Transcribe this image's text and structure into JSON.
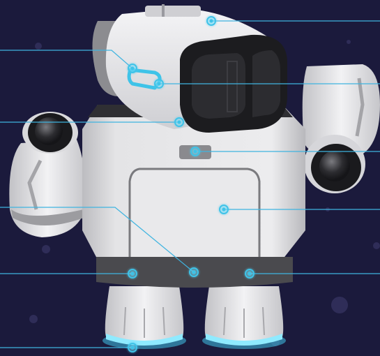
{
  "scene": {
    "subject": "robot",
    "background_color": "#1b1a3c",
    "accent_color": "#3fc3e8",
    "body_color": "#e6e6e8",
    "dark_color": "#2a2a2c"
  },
  "hotspots": [
    {
      "id": "hotspot-visor-top",
      "target": "visor"
    },
    {
      "id": "hotspot-head-side-light",
      "target": "head-side-light"
    },
    {
      "id": "hotspot-head-side-button",
      "target": "head-side-button"
    },
    {
      "id": "hotspot-neck",
      "target": "neck"
    },
    {
      "id": "hotspot-chest-sensor",
      "target": "chest-sensor"
    },
    {
      "id": "hotspot-chest-panel",
      "target": "chest-panel"
    },
    {
      "id": "hotspot-belt-left",
      "target": "belt-left"
    },
    {
      "id": "hotspot-belt-center",
      "target": "belt-center"
    },
    {
      "id": "hotspot-belt-right",
      "target": "belt-right"
    },
    {
      "id": "hotspot-foot-glow",
      "target": "foot-glow"
    }
  ]
}
